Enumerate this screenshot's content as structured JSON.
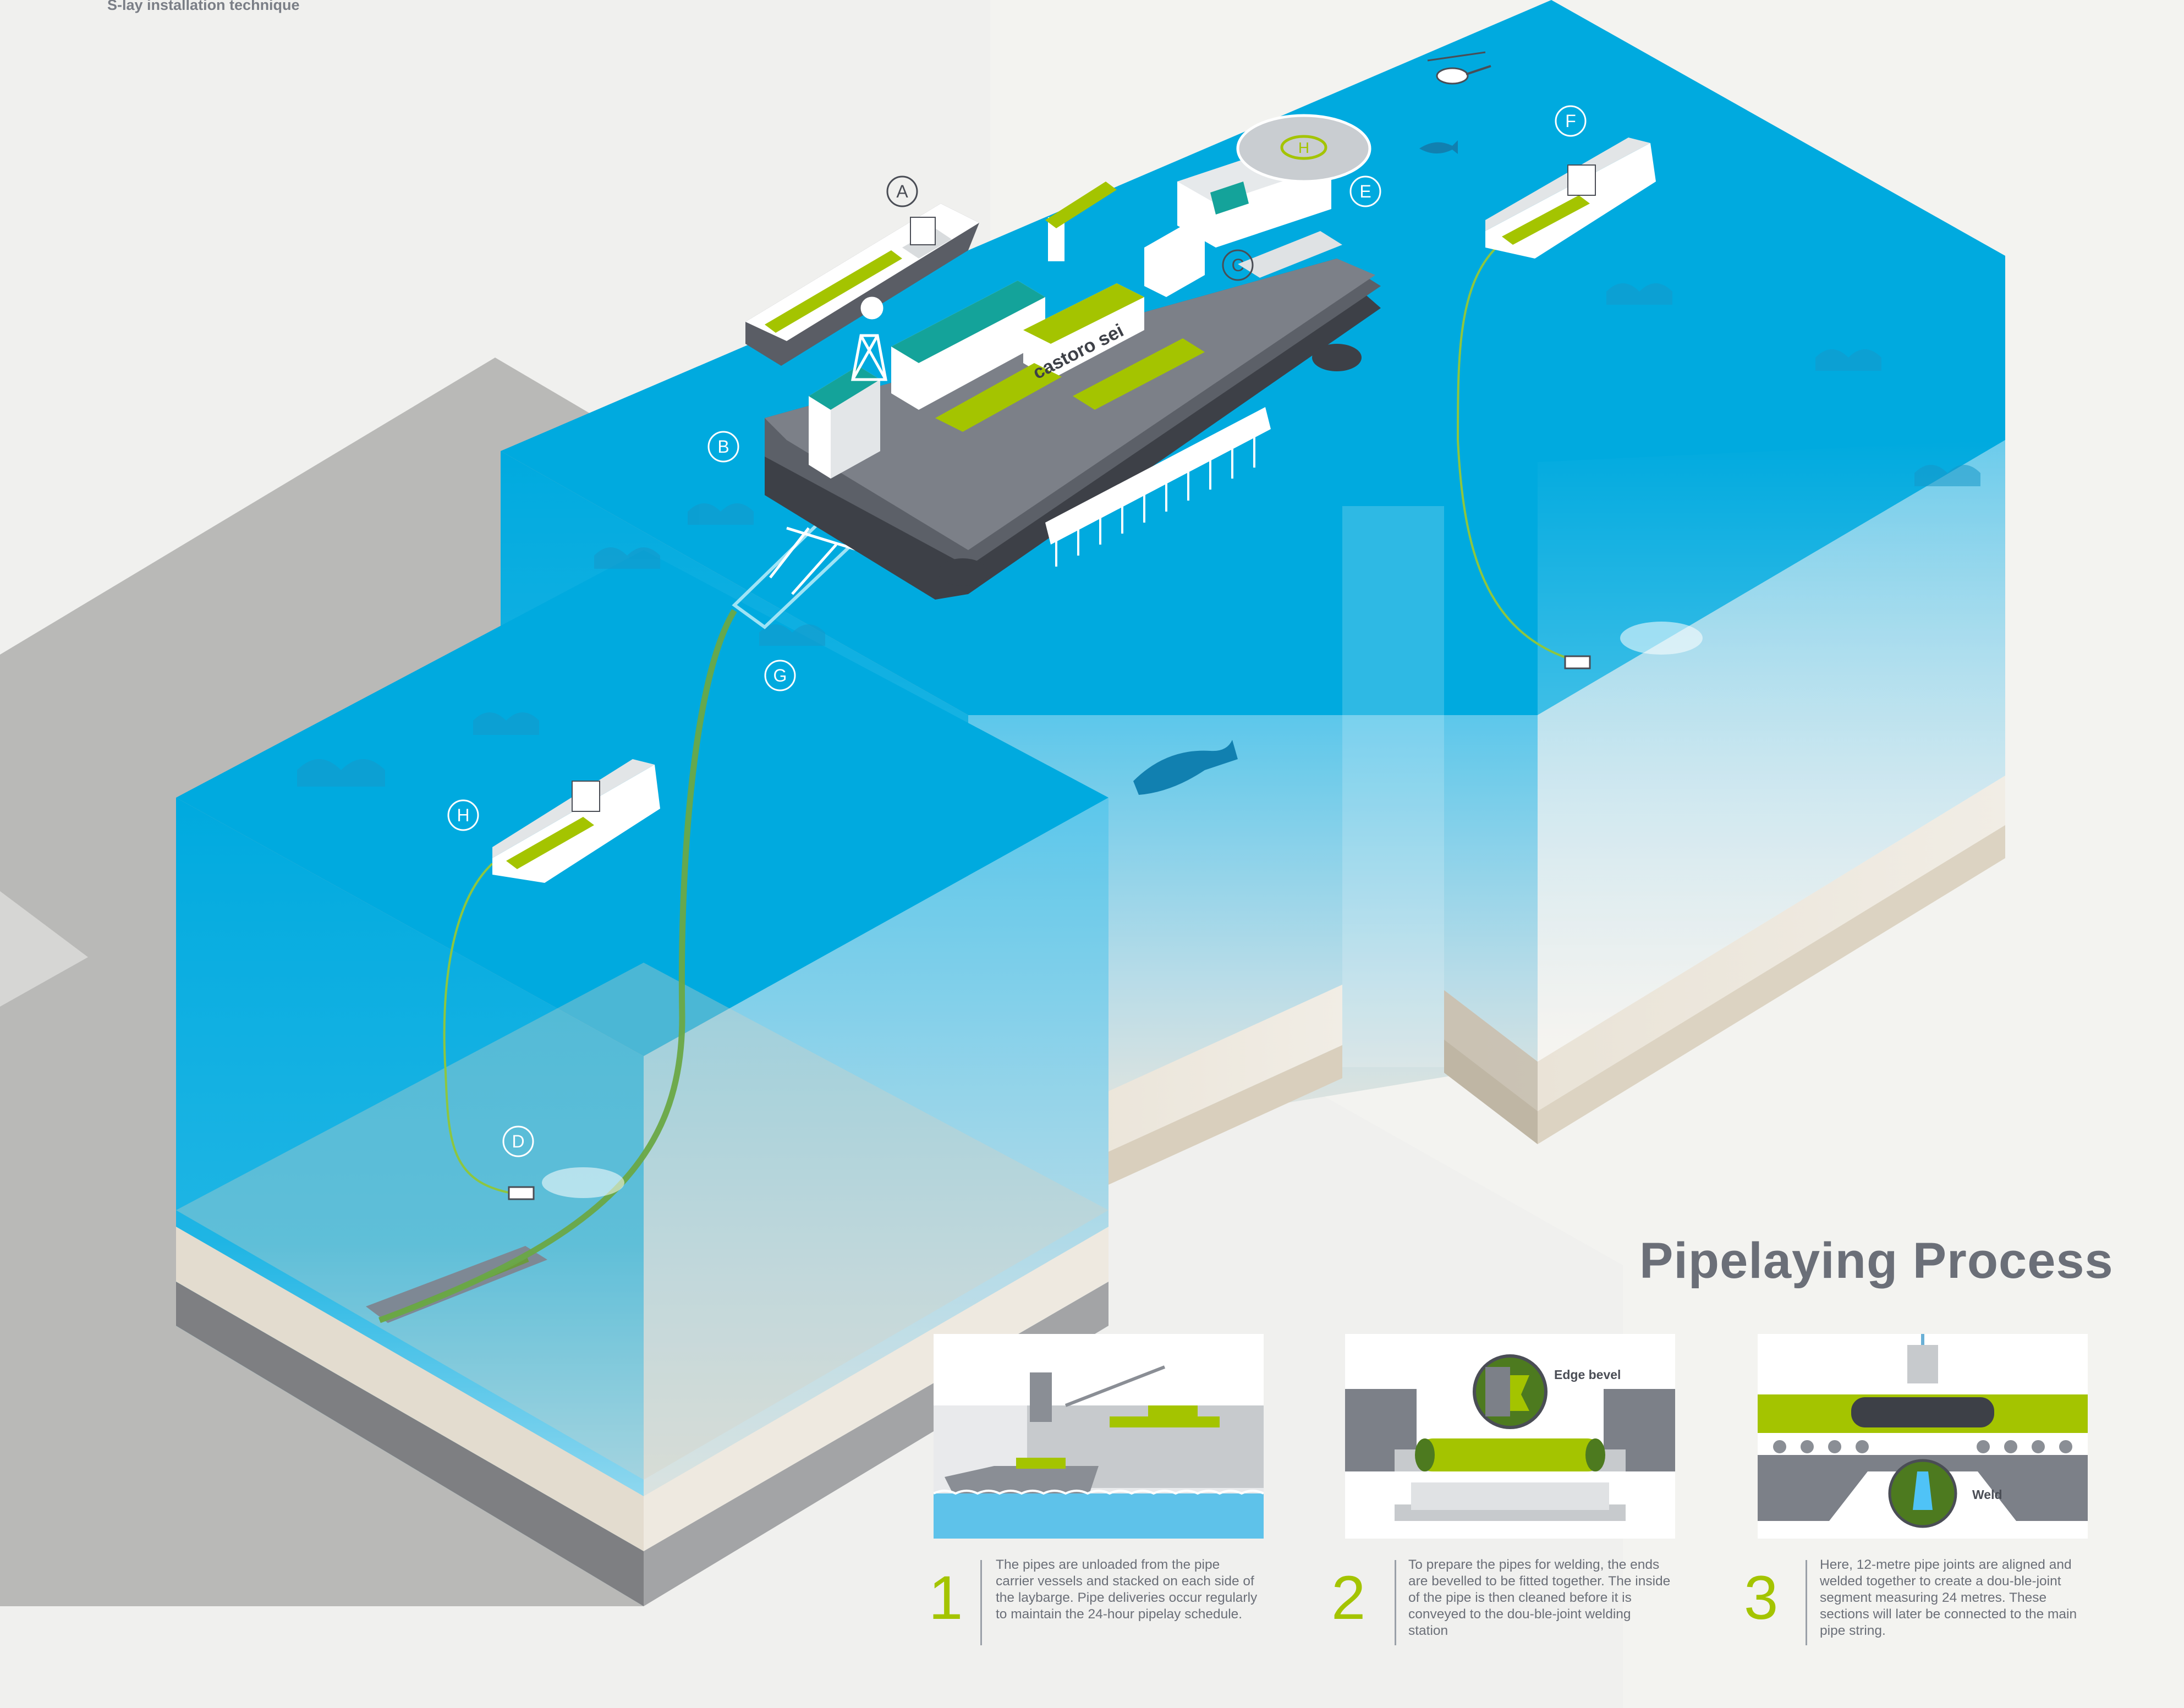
{
  "header": {
    "subtitle": "S-lay installation technique"
  },
  "diagram": {
    "vessel_name": "castoro sei",
    "helipad_letter": "H",
    "markers": [
      {
        "id": "A",
        "label": "A"
      },
      {
        "id": "B",
        "label": "B"
      },
      {
        "id": "C",
        "label": "C"
      },
      {
        "id": "D",
        "label": "D"
      },
      {
        "id": "E",
        "label": "E"
      },
      {
        "id": "F",
        "label": "F"
      },
      {
        "id": "G",
        "label": "G"
      },
      {
        "id": "H",
        "label": "H"
      }
    ]
  },
  "process": {
    "title": "Pipelaying Process",
    "steps": [
      {
        "number": "1",
        "text": "The pipes are unloaded from the pipe carrier vessels and stacked on each side of the laybarge. Pipe deliveries occur regularly to maintain the 24-hour pipelay schedule."
      },
      {
        "number": "2",
        "text": "To prepare the pipes for welding, the ends are bevelled to be fitted together. The inside of the pipe is then cleaned before it is conveyed to the dou-ble-joint welding station",
        "callout": "Edge bevel"
      },
      {
        "number": "3",
        "text": "Here, 12-metre pipe joints are aligned and welded together to create a dou-ble-joint segment measuring 24 metres. These sections will later be connected to the main pipe string.",
        "callout": "Weld"
      }
    ]
  },
  "colors": {
    "sea": "#00aadf",
    "sea_light": "#4cc4ea",
    "accent_green": "#a4c400",
    "vessel_teal": "#14a39a",
    "hull_dark": "#4a4d55",
    "text_grey": "#6b6f78",
    "ground_grey": "#b8b8b6"
  }
}
